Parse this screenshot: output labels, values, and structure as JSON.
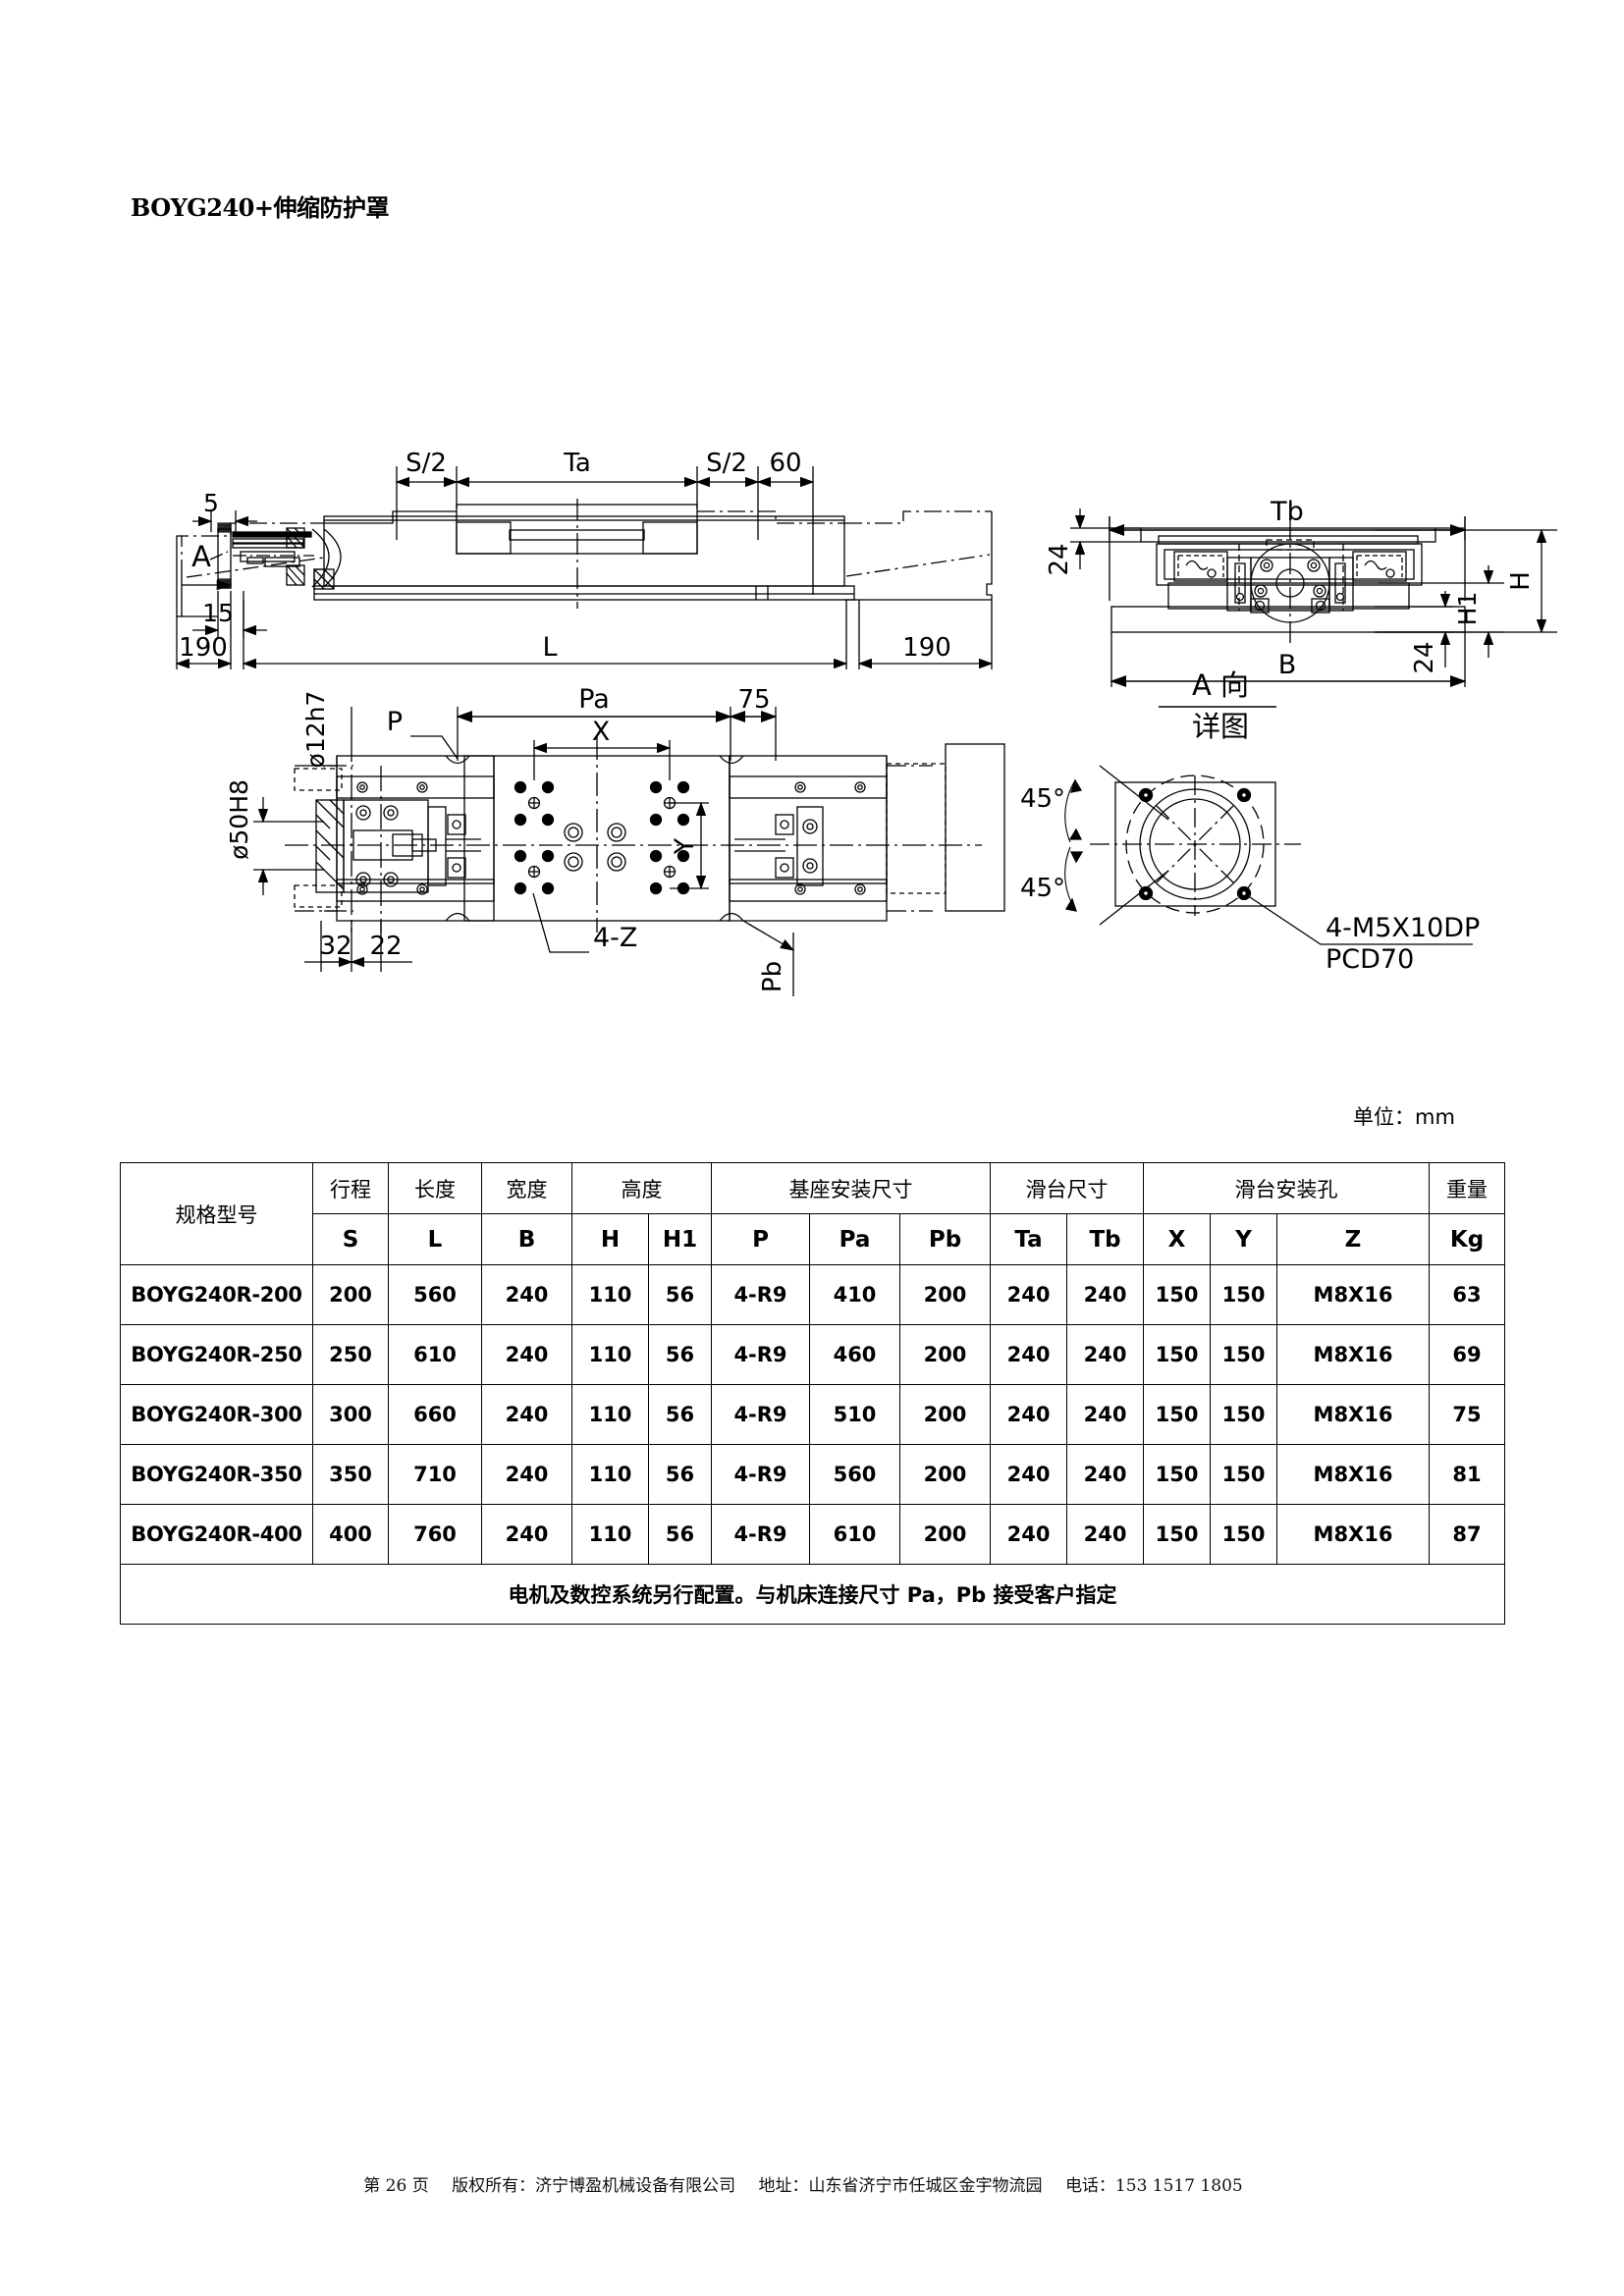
{
  "document": {
    "title": "BOYG240+伸缩防护罩",
    "units_note": "单位：mm"
  },
  "drawing": {
    "front_view": {
      "labels": {
        "s_half_left": "S/2",
        "ta": "Ta",
        "s_half_right": "S/2",
        "sixty": "60",
        "five": "5",
        "arrow_a": "A",
        "fifteen": "15",
        "one_ninety_left": "190",
        "length_l": "L",
        "one_ninety_right": "190"
      }
    },
    "side_view": {
      "labels": {
        "tb": "Tb",
        "twenty_four_top": "24",
        "h": "H",
        "h1": "H1",
        "b": "B",
        "twenty_four_bottom": "24"
      }
    },
    "top_view": {
      "labels": {
        "dia_12h7": "ø12h7",
        "dia_50H8": "ø50H8",
        "pa": "Pa",
        "seventy_five": "75",
        "p": "P",
        "x": "X",
        "y": "Y",
        "thirty_two": "32",
        "twenty_two": "22",
        "four_z": "4-Z",
        "pb": "Pb"
      }
    },
    "detail_view": {
      "labels": {
        "title_line1": "A 向",
        "title_line2": "详图",
        "angle_top": "45°",
        "angle_bottom": "45°",
        "thread_note_line1": "4-M5X10DP",
        "thread_note_line2": "PCD70"
      }
    }
  },
  "table": {
    "group_headers": {
      "model": "规格型号",
      "stroke": "行程",
      "length": "长度",
      "width": "宽度",
      "height": "高度",
      "base_mount": "基座安装尺寸",
      "slide_size": "滑台尺寸",
      "slide_holes": "滑台安装孔",
      "weight": "重量"
    },
    "symbol_headers": [
      "S",
      "L",
      "B",
      "H",
      "H1",
      "P",
      "Pa",
      "Pb",
      "Ta",
      "Tb",
      "X",
      "Y",
      "Z",
      "Kg"
    ],
    "rows": [
      {
        "model": "BOYG240R-200",
        "values": [
          "200",
          "560",
          "240",
          "110",
          "56",
          "4-R9",
          "410",
          "200",
          "240",
          "240",
          "150",
          "150",
          "M8X16",
          "63"
        ]
      },
      {
        "model": "BOYG240R-250",
        "values": [
          "250",
          "610",
          "240",
          "110",
          "56",
          "4-R9",
          "460",
          "200",
          "240",
          "240",
          "150",
          "150",
          "M8X16",
          "69"
        ]
      },
      {
        "model": "BOYG240R-300",
        "values": [
          "300",
          "660",
          "240",
          "110",
          "56",
          "4-R9",
          "510",
          "200",
          "240",
          "240",
          "150",
          "150",
          "M8X16",
          "75"
        ]
      },
      {
        "model": "BOYG240R-350",
        "values": [
          "350",
          "710",
          "240",
          "110",
          "56",
          "4-R9",
          "560",
          "200",
          "240",
          "240",
          "150",
          "150",
          "M8X16",
          "81"
        ]
      },
      {
        "model": "BOYG240R-400",
        "values": [
          "400",
          "760",
          "240",
          "110",
          "56",
          "4-R9",
          "610",
          "200",
          "240",
          "240",
          "150",
          "150",
          "M8X16",
          "87"
        ]
      }
    ],
    "note": "电机及数控系统另行配置。与机床连接尺寸 Pa，Pb 接受客户指定"
  },
  "footer": {
    "page": "第 26 页",
    "copyright": "版权所有：济宁博盈机械设备有限公司",
    "address": "地址：山东省济宁市任城区金宇物流园",
    "phone": "电话：153 1517 1805"
  }
}
